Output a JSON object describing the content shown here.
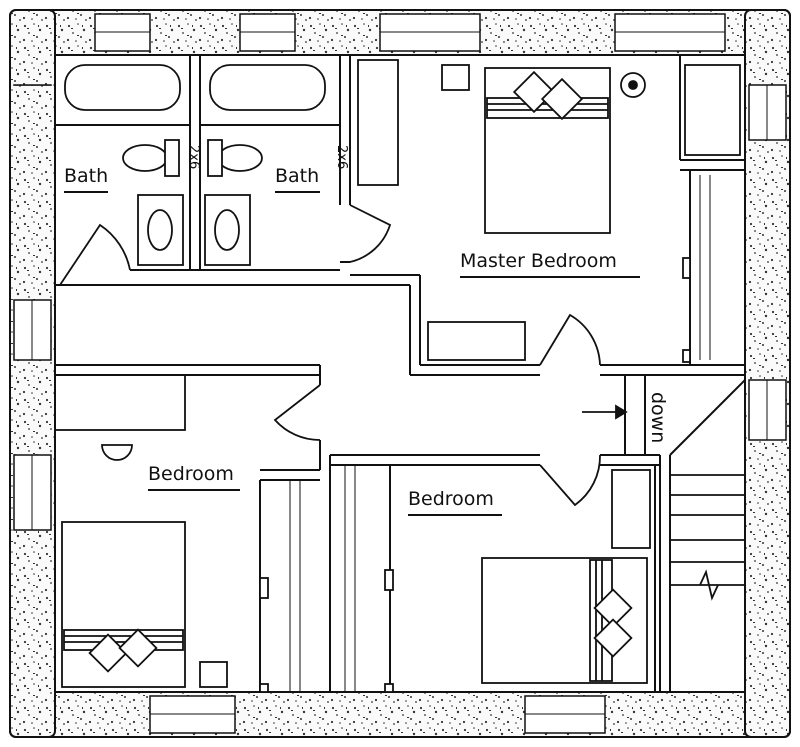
{
  "floor_plan": {
    "rooms": {
      "bath_left": "Bath",
      "bath_right": "Bath",
      "master_bedroom": "Master Bedroom",
      "bedroom_left": "Bedroom",
      "bedroom_right": "Bedroom"
    },
    "stud_labels": {
      "between_baths": "2x6",
      "master_wall": "2x6"
    },
    "stairs_label": "down"
  }
}
